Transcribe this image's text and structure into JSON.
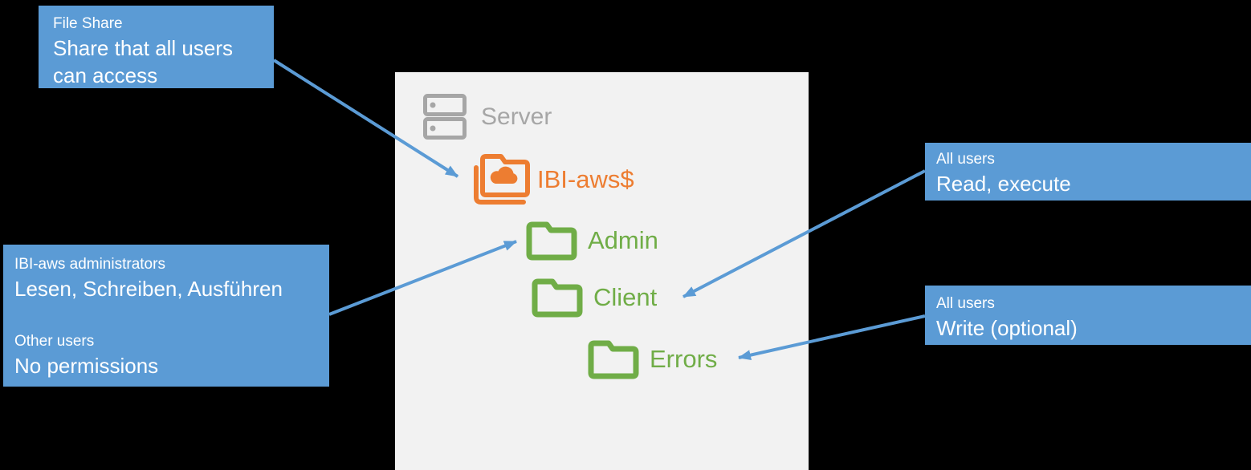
{
  "colors": {
    "canvas_bg": "#000000",
    "panel_bg": "#F2F2F2",
    "accent_blue": "#5B9BD5",
    "accent_orange": "#ED7D31",
    "accent_green": "#70AD47",
    "gray": "#A6A6A6",
    "callout_text": "#FFFFFF"
  },
  "callouts": {
    "file_share": {
      "title": "File Share",
      "body": "Share that all users can access"
    },
    "admin_permissions": {
      "sections": [
        {
          "title": "IBI-aws administrators",
          "body": "Lesen, Schreiben, Ausführen"
        },
        {
          "title": "Other users",
          "body": "No permissions"
        }
      ]
    },
    "read_execute": {
      "title": "All users",
      "body": "Read, execute"
    },
    "write_optional": {
      "title": "All users",
      "body": "Write (optional)"
    }
  },
  "tree": {
    "server_label": "Server",
    "share_label": "IBI-aws$",
    "folders": [
      "Admin",
      "Client",
      "Errors"
    ]
  },
  "icons": {
    "server": "server-stack-icon",
    "share": "cloud-share-folder-icon",
    "folder": "folder-icon"
  }
}
